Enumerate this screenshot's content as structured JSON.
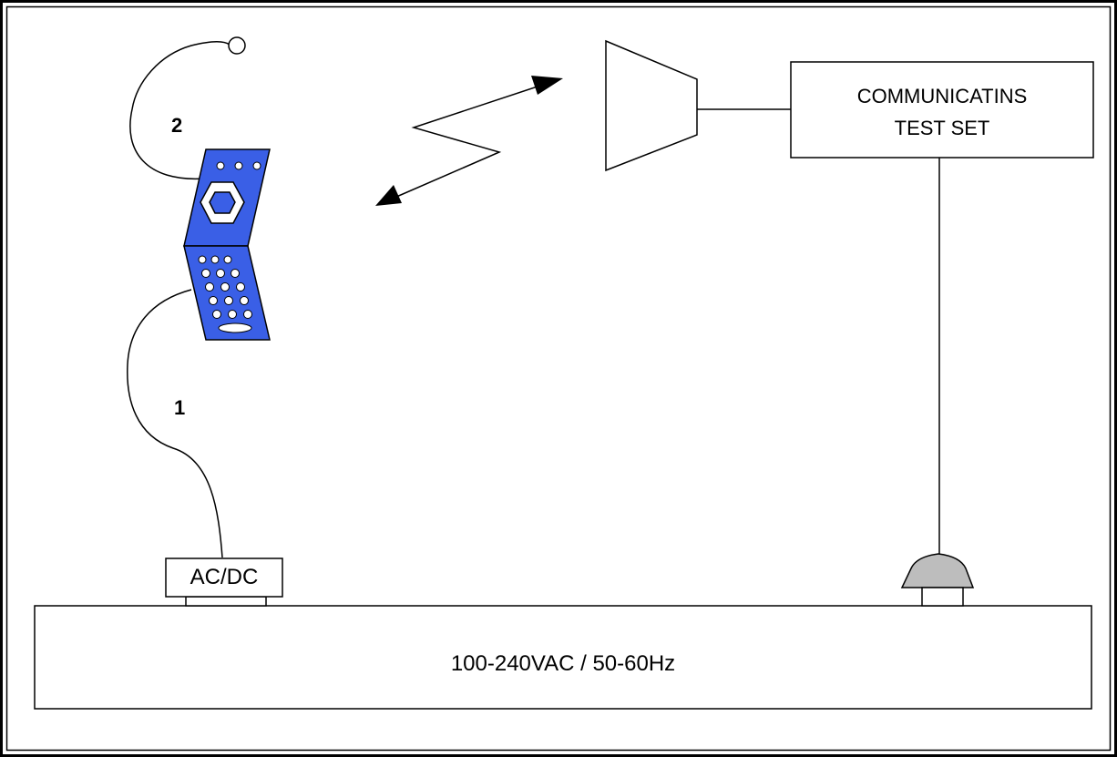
{
  "diagram": {
    "labels": {
      "test_set_line1": "COMMUNICATINS",
      "test_set_line2": "TEST SET",
      "power_adapter": "AC/DC",
      "power_supply": "100-240VAC / 50-60Hz",
      "cable_1": "1",
      "cable_2": "2"
    },
    "colors": {
      "phone_body": "#3a5fe6",
      "ground_connector": "#bdbdbd",
      "stroke": "#000000",
      "background": "#ffffff"
    }
  }
}
